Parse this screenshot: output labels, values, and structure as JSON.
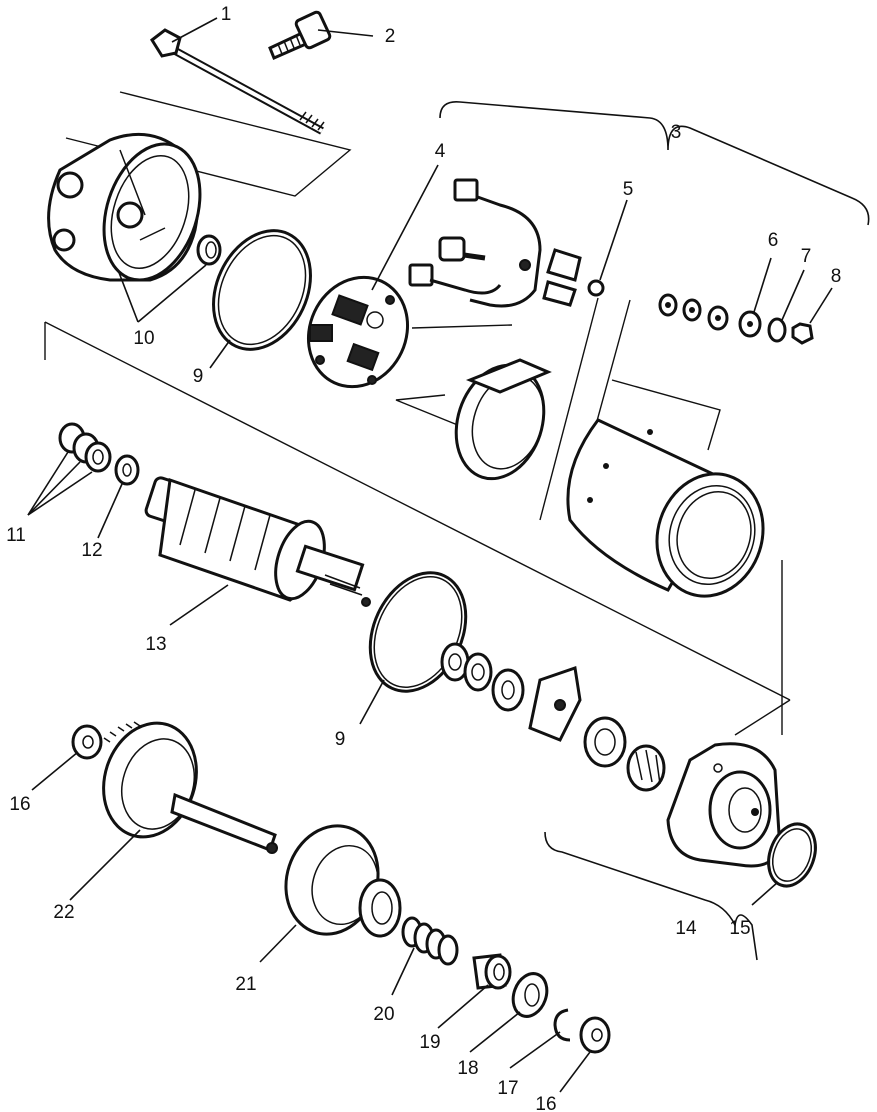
{
  "callouts": [
    "1",
    "2",
    "3",
    "4",
    "5",
    "6",
    "7",
    "8",
    "9",
    "9",
    "10",
    "11",
    "12",
    "13",
    "14",
    "15",
    "16",
    "16",
    "17",
    "18",
    "19",
    "20",
    "21",
    "22"
  ]
}
